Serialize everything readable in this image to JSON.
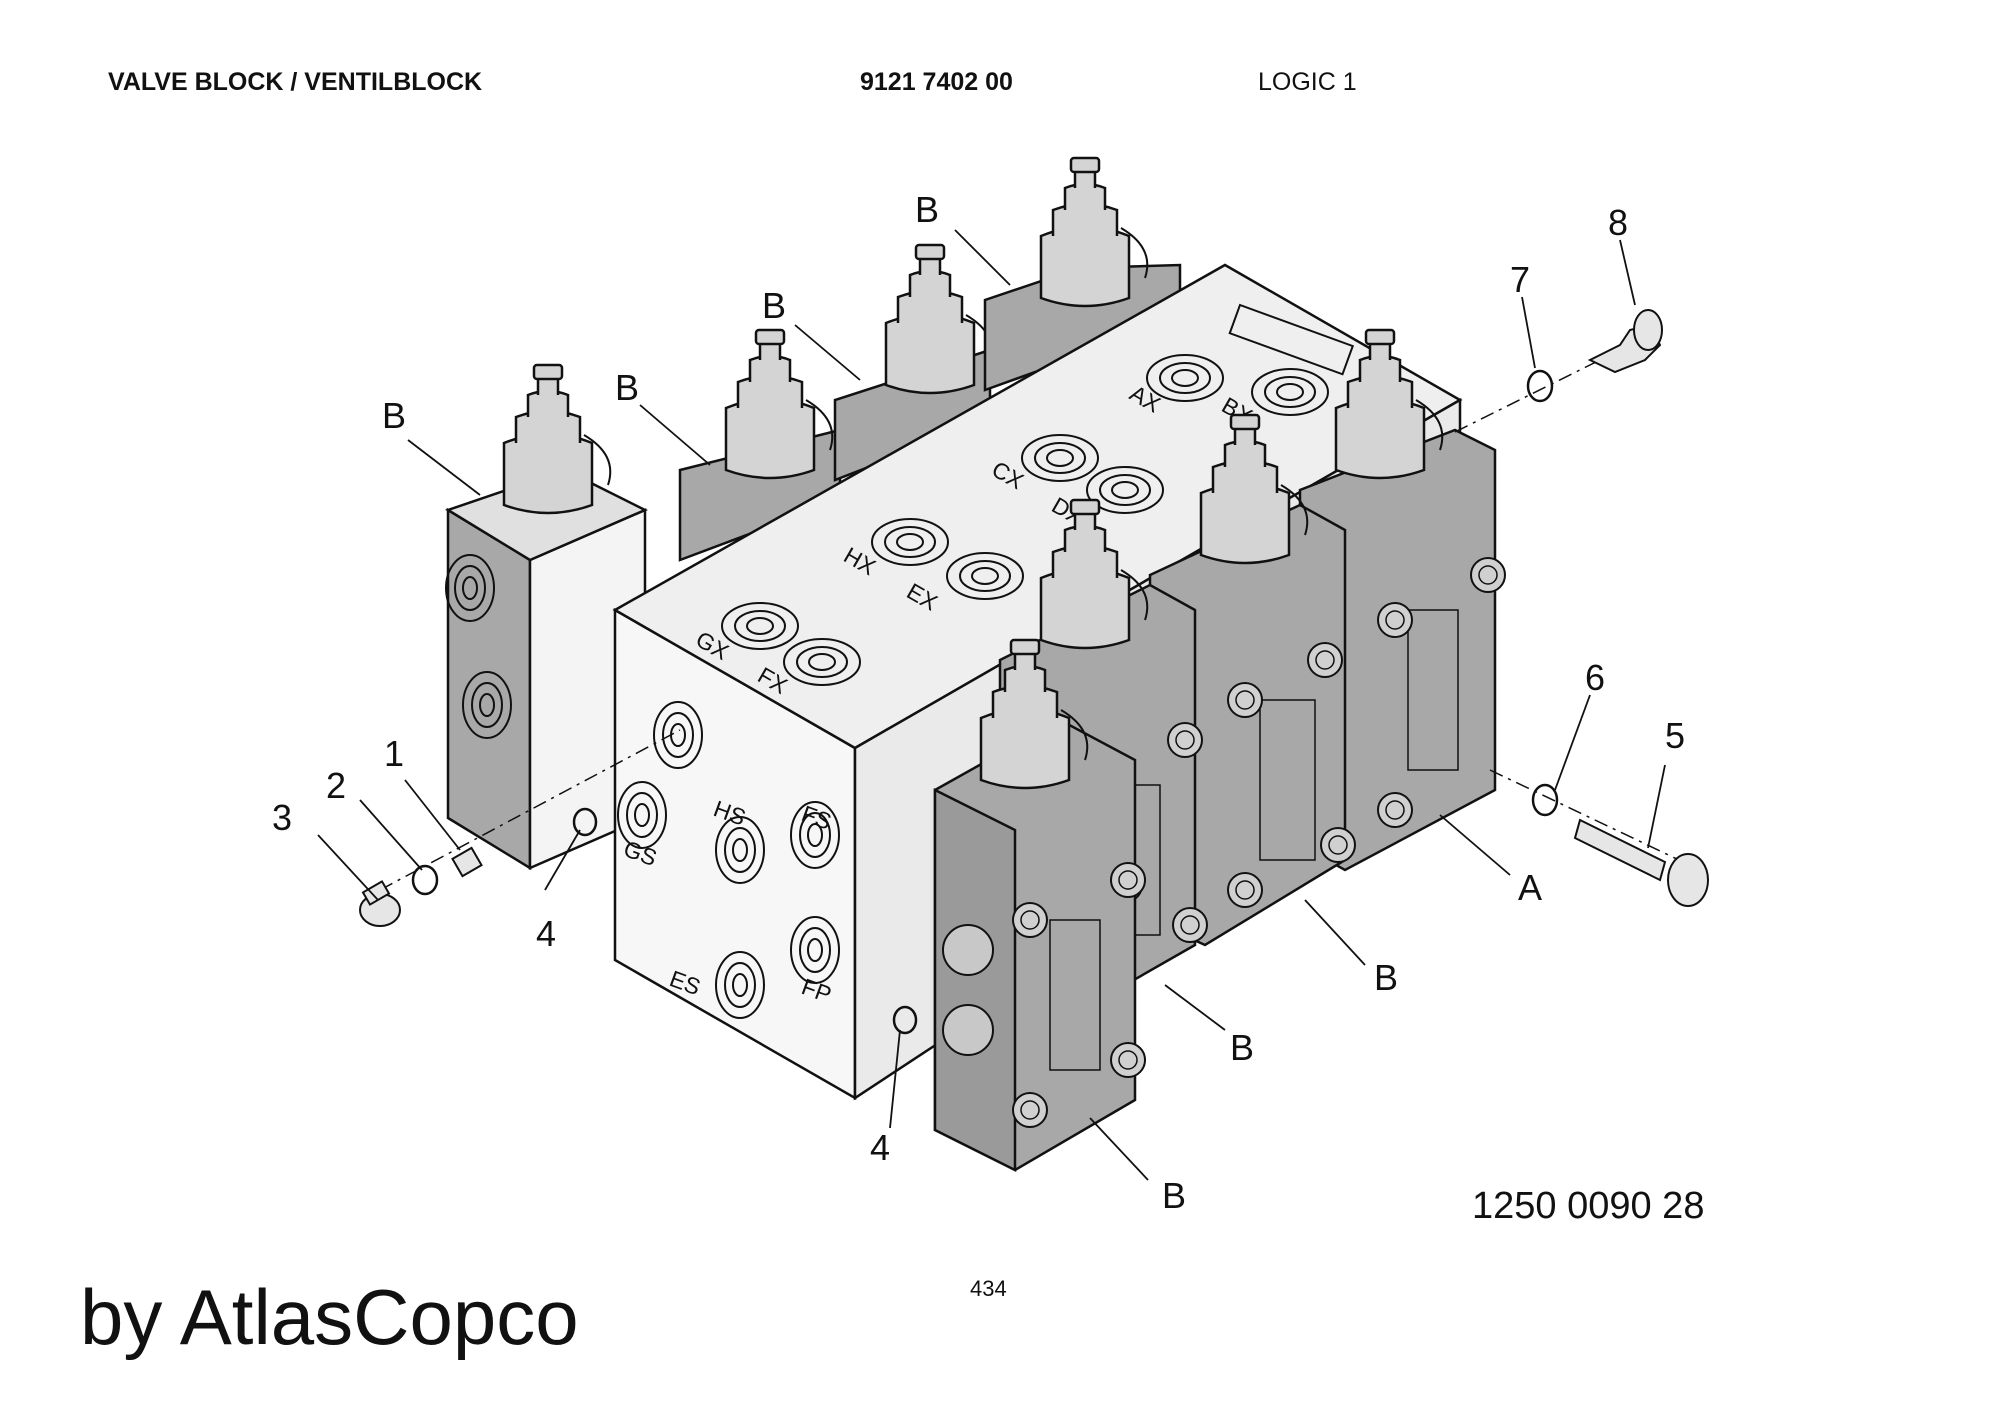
{
  "header": {
    "title": "VALVE BLOCK / VENTILBLOCK",
    "part_number": "9121 7402 00",
    "logic": "LOGIC 1"
  },
  "drawing_number": "1250 0090 28",
  "page_number": "434",
  "brand": "by AtlasCopco",
  "callouts": {
    "n1": "1",
    "n2": "2",
    "n3": "3",
    "n4": "4",
    "n5": "5",
    "n6": "6",
    "n7": "7",
    "n8": "8",
    "a": "A",
    "b": "B"
  },
  "ports": {
    "ax": "AX",
    "bx": "BX",
    "cx": "CX",
    "dx": "DX",
    "hx": "HX",
    "ex": "EX",
    "gx": "GX",
    "fx": "FX",
    "hs": "HS",
    "fs": "FS",
    "gs": "GS",
    "es": "ES",
    "fp": "FP"
  },
  "colors": {
    "body_light": "#f2f2f2",
    "valve_grey": "#a8a8a8",
    "line": "#111111"
  }
}
